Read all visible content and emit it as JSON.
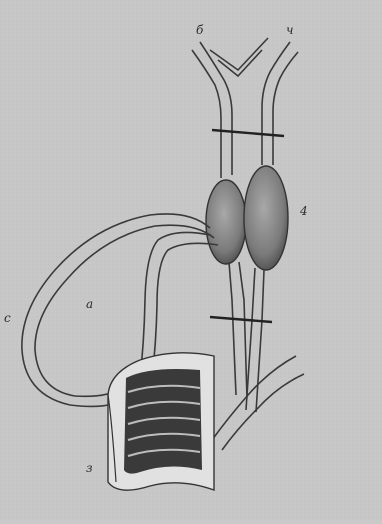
{
  "labels": {
    "top_left": "б",
    "top_right": "ч",
    "right_glands": "4",
    "middle_left": "а",
    "bottom_left": "з",
    "far_left": "с"
  },
  "colors": {
    "background": "#cdcdcd",
    "line": "#3a3a3a",
    "gland_fill": "#8a8a8a",
    "tissue_dark": "#2e2e2e"
  }
}
